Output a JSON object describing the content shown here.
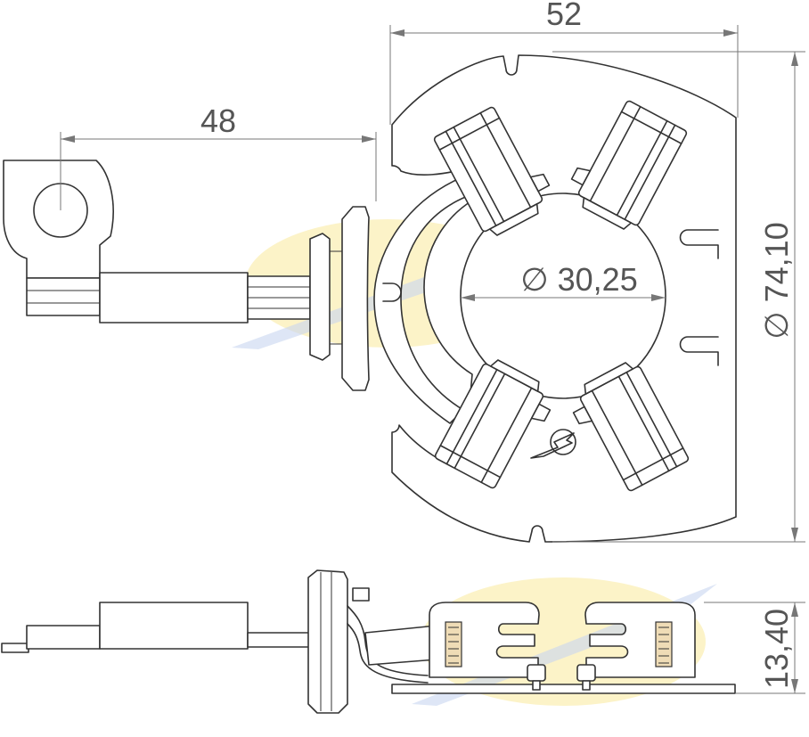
{
  "dimensions": {
    "width_top": "52",
    "terminal_length": "48",
    "inner_diameter": "∅ 30,25",
    "outer_diameter": "∅ 74,10",
    "height": "13,40"
  },
  "colors": {
    "line": "#333333",
    "dimension": "#777777",
    "dimension_text": "#555555",
    "watermark_yellow": "#fbefb5",
    "watermark_blue": "#c8d5f0",
    "brush_tan": "#efdcb6"
  },
  "icons": {
    "brand_mark": "lightning-bolt-logo-icon"
  }
}
